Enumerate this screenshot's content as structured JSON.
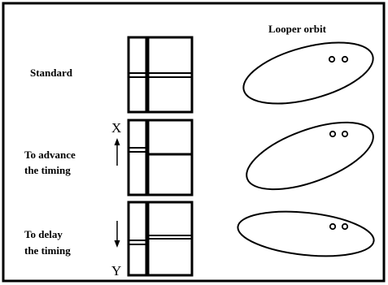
{
  "header": {
    "orbit_title": "Looper orbit"
  },
  "rows": [
    {
      "label_lines": [
        "Standard"
      ],
      "arrow": "none",
      "marker_letter": ""
    },
    {
      "label_lines": [
        "To advance",
        "the timing"
      ],
      "arrow": "up",
      "marker_letter": "X"
    },
    {
      "label_lines": [
        "To delay",
        "the timing"
      ],
      "arrow": "down",
      "marker_letter": "Y"
    }
  ],
  "colors": {
    "ink": "#000000",
    "background": "#ffffff"
  }
}
